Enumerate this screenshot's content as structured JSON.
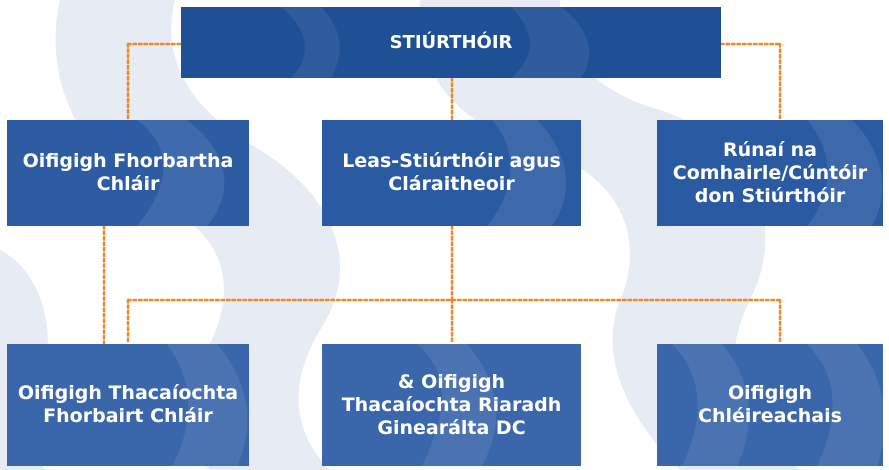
{
  "colors": {
    "connector": "#ec8a2a",
    "watermark": "#d4dbeb",
    "box_dark": "#1f4f95",
    "box_mid": "#2a5aa2",
    "box_light": "#3a66ab",
    "text": "#ffffff"
  },
  "nodes": {
    "director": "STIÚRTHÓIR",
    "development_officers": "Oifigigh Fhorbartha\nChláir",
    "deputy_director": "Leas-Stiúrthóir agus\nCláraitheoir",
    "council_secretary": "Rúnaí na\nComhairle/Cúntóir\ndon Stiúrthóir",
    "support_officers": "Oifigigh Thacaíochta\nFhorbairt Chláir",
    "general_officers": "& Oifigigh\nThacaíochta Riaradh\nGinearálta DC",
    "clerical_officers": "Oifigigh\nChléireachais"
  }
}
